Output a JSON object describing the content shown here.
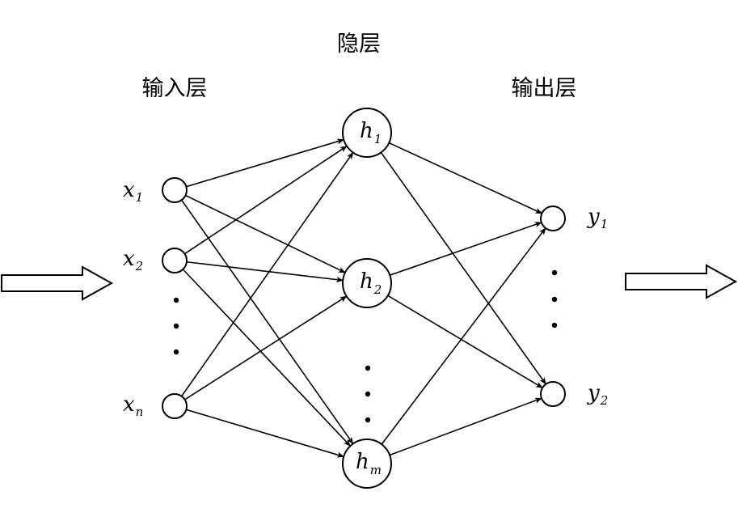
{
  "layers": {
    "input_title": "输入层",
    "hidden_title": "隐层",
    "output_title": "输出层"
  },
  "input_nodes": [
    {
      "var": "x",
      "sub": "1"
    },
    {
      "var": "x",
      "sub": "2"
    },
    {
      "var": "x",
      "sub": "n"
    }
  ],
  "hidden_nodes": [
    {
      "var": "h",
      "sub": "1"
    },
    {
      "var": "h",
      "sub": "2"
    },
    {
      "var": "h",
      "sub": "m"
    }
  ],
  "output_nodes": [
    {
      "var": "y",
      "sub": "1"
    },
    {
      "var": "y",
      "sub": "2"
    }
  ]
}
